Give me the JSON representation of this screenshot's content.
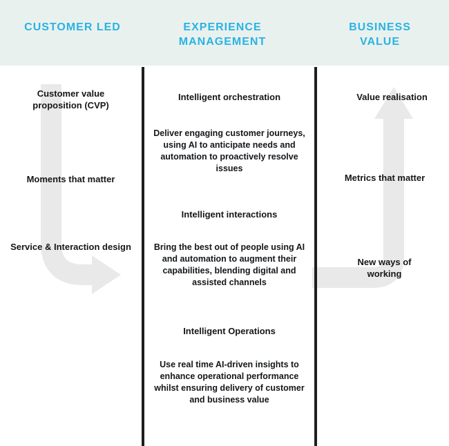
{
  "header": {
    "columns": [
      {
        "label": "CUSTOMER LED"
      },
      {
        "label": "EXPERIENCE MANAGEMENT"
      },
      {
        "label": "BUSINESS VALUE"
      }
    ]
  },
  "left_column": {
    "items": [
      {
        "label": "Customer value proposition (CVP)"
      },
      {
        "label": "Moments that matter"
      },
      {
        "label": "Service & Interaction design"
      }
    ]
  },
  "middle_column": {
    "sections": [
      {
        "heading": "Intelligent orchestration",
        "body": "Deliver engaging customer journeys, using AI to anticipate needs and automation to proactively resolve issues"
      },
      {
        "heading": "Intelligent interactions",
        "body": "Bring the best out of people using AI and automation to augment their capabilities, blending digital and assisted channels"
      },
      {
        "heading": "Intelligent Operations",
        "body": "Use real time AI-driven insights to enhance operational performance whilst ensuring delivery of customer and business value"
      }
    ]
  },
  "right_column": {
    "items": [
      {
        "label": "Value realisation"
      },
      {
        "label": "Metrics that matter"
      },
      {
        "label": "New ways of working"
      }
    ]
  },
  "colors": {
    "accent_cyan": "#29b3e3",
    "header_band": "#e9f1ee",
    "arrow_gray": "#e9e9e9",
    "divider_dark": "#1e1e1e",
    "text_dark": "#141619"
  }
}
